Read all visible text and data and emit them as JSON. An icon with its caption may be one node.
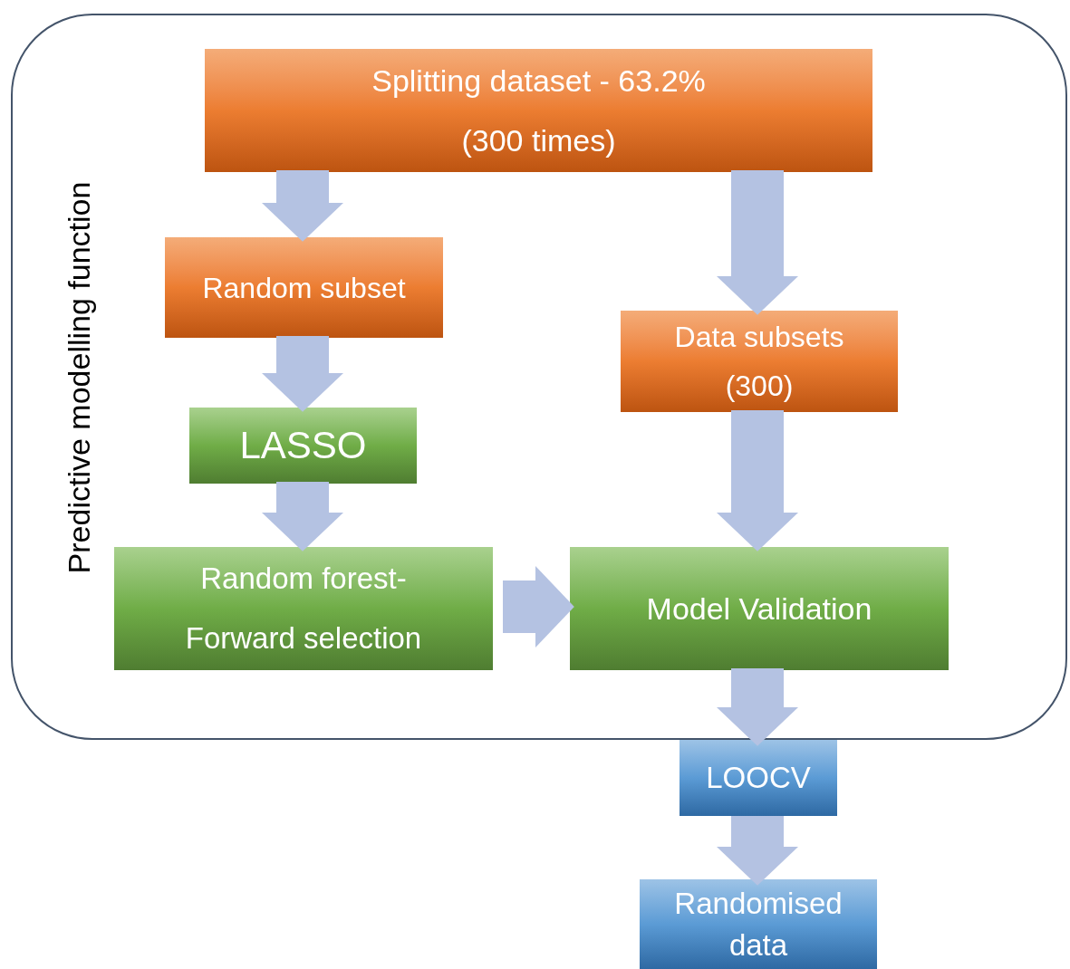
{
  "diagram": {
    "nodes": [
      {
        "text": [
          "Predictive modelling function"
        ]
      },
      {
        "text": [
          "Splitting dataset - 63.2% (300 times)"
        ],
        "in": 0
      },
      {
        "text": [
          "Random subset"
        ],
        "in": 0
      },
      {
        "text": [
          "Data subsets (300)"
        ],
        "in": 0
      },
      {
        "text": [
          "LASSO"
        ],
        "in": 0
      },
      {
        "text": [
          "Random forest- Forward selection"
        ],
        "in": 0
      },
      {
        "text": [
          "Model Validation"
        ],
        "in": 0
      },
      {
        "text": [
          "LOOCV"
        ]
      },
      {
        "text": [
          "Randomised data"
        ]
      }
    ],
    "edges": [
      {
        "from": 1,
        "to": 2,
        "arrow": "to"
      },
      {
        "from": 1,
        "to": 3,
        "arrow": "to"
      },
      {
        "from": 2,
        "to": 4,
        "arrow": "to"
      },
      {
        "from": 4,
        "to": 5,
        "arrow": "to"
      },
      {
        "from": 5,
        "to": 6,
        "arrow": "to"
      },
      {
        "from": 3,
        "to": 6,
        "arrow": "to"
      },
      {
        "from": 6,
        "to": 7,
        "arrow": "to"
      },
      {
        "from": 7,
        "to": 8,
        "arrow": "to"
      }
    ]
  }
}
